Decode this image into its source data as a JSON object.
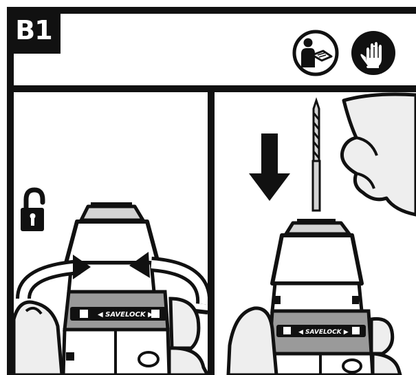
{
  "header": {
    "step_label": "B1",
    "icons": [
      "read-manual-icon",
      "wear-gloves-icon"
    ]
  },
  "panels": [
    {
      "name": "unlock-chuck",
      "icons": [
        "unlock-padlock-icon",
        "rotate-counterclockwise-arrow-icon"
      ],
      "chuck_brand": "SAVELOCK"
    },
    {
      "name": "insert-bit",
      "icons": [
        "down-arrow-icon",
        "drill-bit-icon"
      ],
      "chuck_brand": "SAVELOCK"
    }
  ],
  "colors": {
    "ink": "#111111",
    "paper": "#ffffff",
    "metal": "#d4d4d4",
    "shade": "#9a9a9a",
    "hand": "#eeeeee"
  }
}
